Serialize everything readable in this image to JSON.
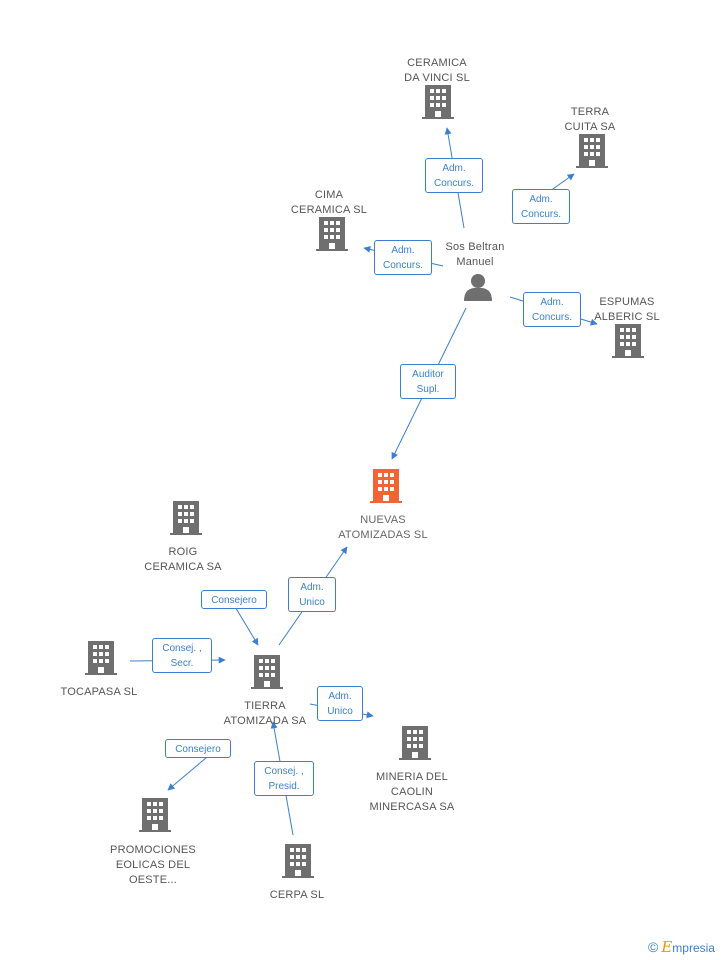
{
  "colors": {
    "edge": "#3b80d0",
    "building": "#6f6f6f",
    "main_building": "#f26431",
    "person": "#6f6f6f"
  },
  "nodes": [
    {
      "id": "ceramica_da_vinci",
      "label": "CERAMICA\nDA VINCI SL",
      "icon": "building-icon"
    },
    {
      "id": "terra_cuita",
      "label": "TERRA\nCUITA SA",
      "icon": "building-icon"
    },
    {
      "id": "cima_ceramica",
      "label": "CIMA\nCERAMICA SL",
      "icon": "building-icon"
    },
    {
      "id": "sos_beltran",
      "label": "Sos Beltran\nManuel",
      "icon": "person-icon"
    },
    {
      "id": "espumas_alberic",
      "label": "ESPUMAS\nALBERIC SL",
      "icon": "building-icon"
    },
    {
      "id": "nuevas_atomizadas",
      "label": "NUEVAS\nATOMIZADAS SL",
      "icon": "building-icon",
      "main": true
    },
    {
      "id": "roig_ceramica",
      "label": "ROIG\nCERAMICA SA",
      "icon": "building-icon"
    },
    {
      "id": "tocapasa",
      "label": "TOCAPASA  SL",
      "icon": "building-icon"
    },
    {
      "id": "tierra_atomizada",
      "label": "TIERRA\nATOMIZADA SA",
      "icon": "building-icon"
    },
    {
      "id": "mineria_caolin",
      "label": "MINERIA DEL\nCAOLIN\nMINERCASA SA",
      "icon": "building-icon"
    },
    {
      "id": "promociones_eolicas",
      "label": "PROMOCIONES\nEOLICAS DEL\nOESTE...",
      "icon": "building-icon"
    },
    {
      "id": "cerpa",
      "label": "CERPA SL",
      "icon": "building-icon"
    }
  ],
  "edges": [
    {
      "from": "sos_beltran",
      "to": "ceramica_da_vinci",
      "label": "Adm.\nConcurs."
    },
    {
      "from": "sos_beltran",
      "to": "terra_cuita",
      "label": "Adm.\nConcurs."
    },
    {
      "from": "sos_beltran",
      "to": "cima_ceramica",
      "label": "Adm.\nConcurs."
    },
    {
      "from": "sos_beltran",
      "to": "espumas_alberic",
      "label": "Adm.\nConcurs."
    },
    {
      "from": "sos_beltran",
      "to": "nuevas_atomizadas",
      "label": "Auditor\nSupl."
    },
    {
      "from": "tierra_atomizada",
      "to": "nuevas_atomizadas",
      "label": "Adm.\nUnico"
    },
    {
      "from": "roig_ceramica",
      "to": "tierra_atomizada",
      "label": "Consejero"
    },
    {
      "from": "tocapasa",
      "to": "tierra_atomizada",
      "label": "Consej. ,\nSecr."
    },
    {
      "from": "tierra_atomizada",
      "to": "mineria_caolin",
      "label": "Adm.\nUnico"
    },
    {
      "from": "tierra_atomizada",
      "to": "promociones_eolicas",
      "label": "Consejero"
    },
    {
      "from": "cerpa",
      "to": "tierra_atomizada",
      "label": "Consej. ,\nPresid."
    }
  ],
  "brand": {
    "copyright": "©",
    "initial": "E",
    "rest": "mpresia"
  }
}
